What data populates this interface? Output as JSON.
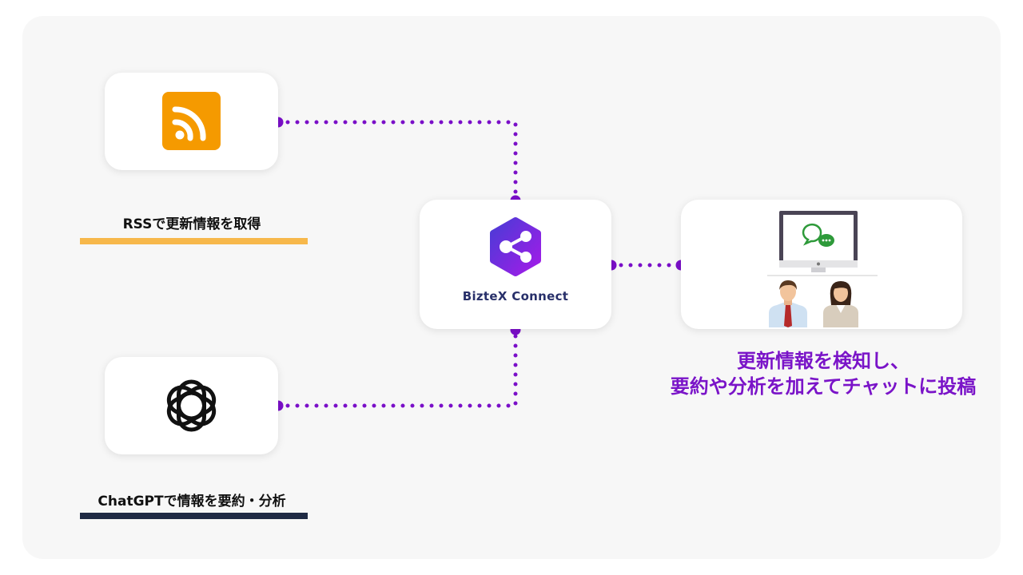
{
  "nodes": {
    "rss_caption": "RSSで更新情報を取得",
    "gpt_caption": "ChatGPTで情報を要約・分析",
    "hub_brand": "BizteX Connect",
    "result_line1": "更新情報を検知し、",
    "result_line2": "要約や分析を加えてチャットに投稿"
  },
  "colors": {
    "connector": "#7a0fc8",
    "rss": "#f59a00",
    "rss_underline": "#f7b84b",
    "gpt_underline": "#1f2a44",
    "result_text": "#7a14c8",
    "hub_gradient_top": "#4b3bd6",
    "hub_gradient_bottom": "#a21ce8"
  },
  "icons": [
    "rss-icon",
    "openai-logo-icon",
    "bizte-connect-logo-icon",
    "chat-monitor-icon",
    "businessman-icon",
    "businesswoman-icon"
  ]
}
